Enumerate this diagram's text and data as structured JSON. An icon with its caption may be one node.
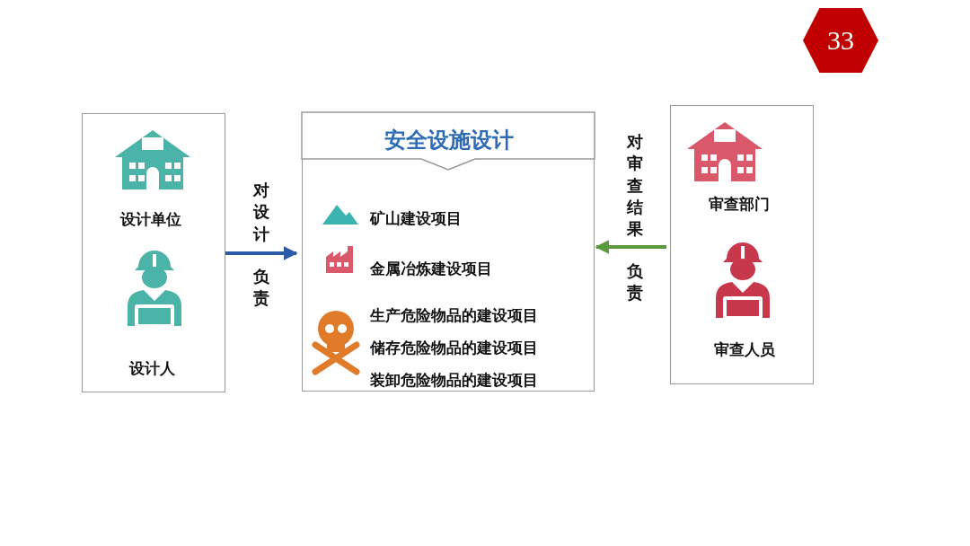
{
  "diagram": {
    "nodes": [
      {
        "text": [
          "设计单位",
          "设计人"
        ]
      },
      {
        "text": [
          "安全设施设计",
          "矿山建设项目",
          "金属冶炼建设项目",
          "生产危险物品的建设项目",
          "储存危险物品的建设项目",
          "装卸危险物品的建设项目"
        ]
      },
      {
        "text": [
          "审查部门",
          "审查人员"
        ]
      },
      {
        "text": [
          "33"
        ]
      }
    ],
    "edges": [
      {
        "from": 0,
        "to": 1,
        "arrow": "to",
        "label": "对设计",
        "color": "#2e5ba8"
      },
      {
        "from": 2,
        "to": 1,
        "arrow": "to",
        "label": "对审查结果",
        "color": "#5a9a3c"
      }
    ],
    "labels": [
      "负责",
      "负责"
    ]
  }
}
